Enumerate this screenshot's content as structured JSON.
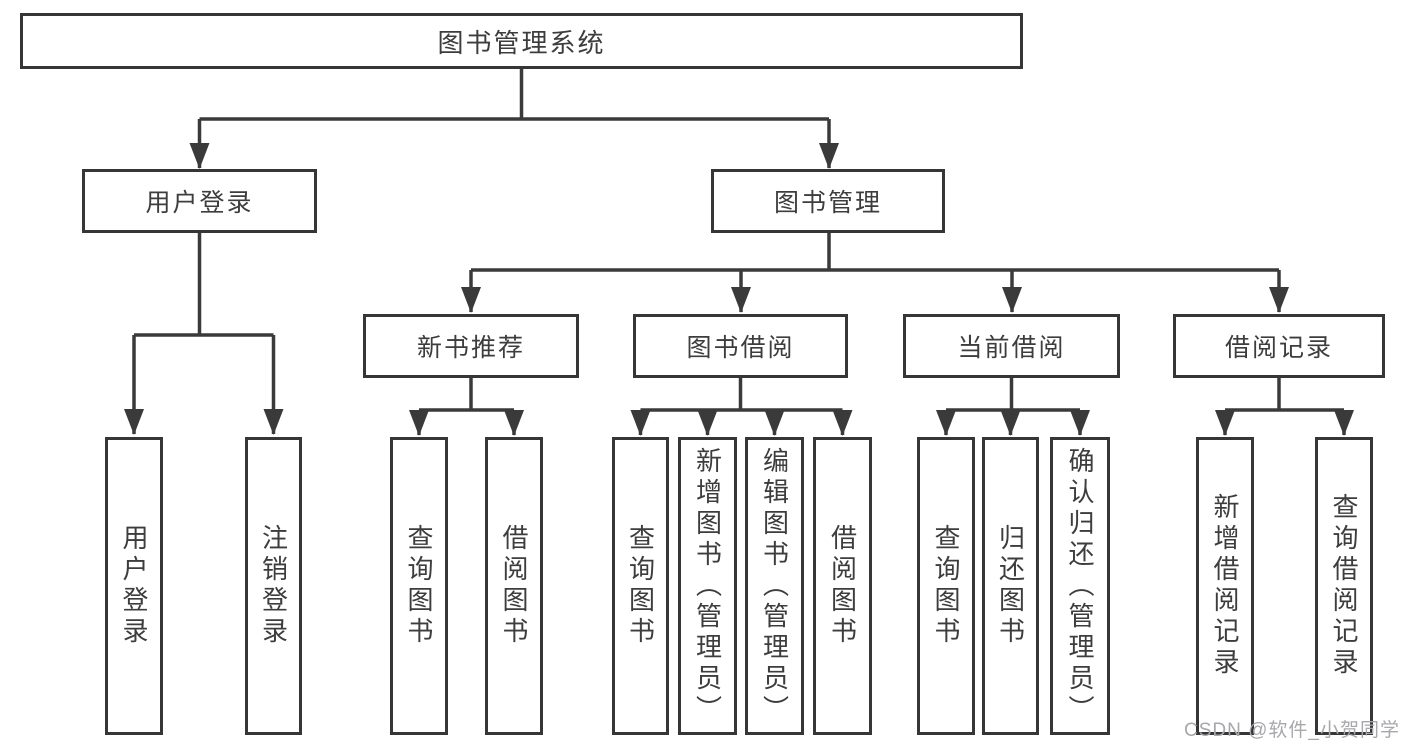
{
  "diagram": {
    "type": "hierarchy-tree",
    "root": "图书管理系统",
    "branches": [
      {
        "label": "用户登录",
        "leaves": [
          "用户登录",
          "注销登录"
        ]
      },
      {
        "label": "图书管理",
        "groups": [
          {
            "label": "新书推荐",
            "leaves": [
              "查询图书",
              "借阅图书"
            ]
          },
          {
            "label": "图书借阅",
            "leaves": [
              "查询图书",
              "新增图书（管理员）",
              "编辑图书（管理员）",
              "借阅图书"
            ]
          },
          {
            "label": "当前借阅",
            "leaves": [
              "查询图书",
              "归还图书",
              "确认归还（管理员）"
            ]
          },
          {
            "label": "借阅记录",
            "leaves": [
              "新增借阅记录",
              "查询借阅记录"
            ]
          }
        ]
      }
    ],
    "colors": {
      "line": "#3a3a3a",
      "text": "#3d3d3d",
      "box_background": "#ffffff",
      "watermark": "#a8a8ac",
      "background": "#ffffff"
    }
  },
  "watermark": {
    "text": "CSDN @软件_小贺同学"
  }
}
